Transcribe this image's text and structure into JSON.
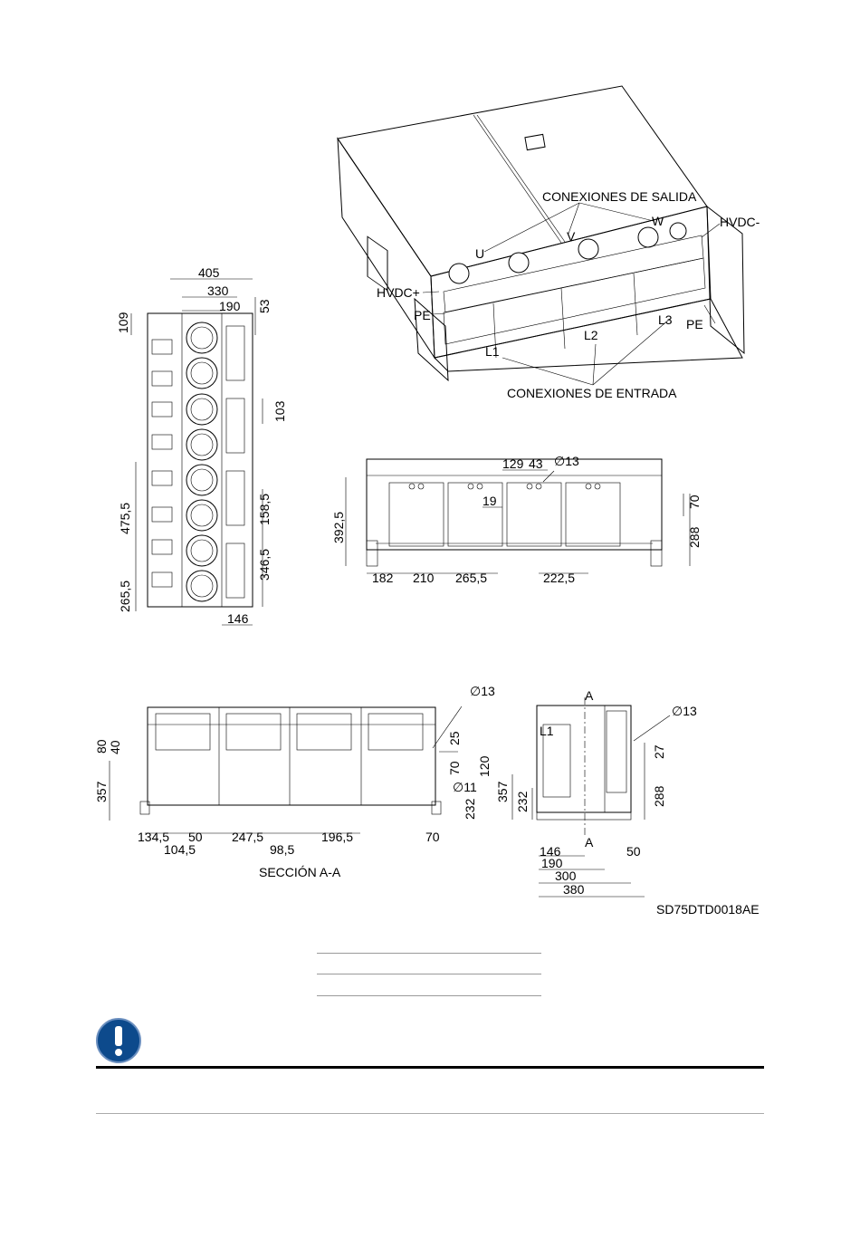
{
  "doc_code": "SD75DTD0018AE",
  "iso_view": {
    "title_output": "CONEXIONES DE SALIDA",
    "title_input": "CONEXIONES DE ENTRADA",
    "U": "U",
    "V": "V",
    "W": "W",
    "hvdc_plus": "HVDC+",
    "hvdc_minus": "HVDC-",
    "pe_left": "PE",
    "pe_right": "PE",
    "L1": "L1",
    "L2": "L2",
    "L3": "L3"
  },
  "top_view": {
    "d405": "405",
    "d330": "330",
    "d190": "190",
    "d53": "53",
    "d109": "109",
    "d103": "103",
    "d475_5": "475,5",
    "d158_5": "158,5",
    "d346_5": "346,5",
    "d265_5": "265,5",
    "d146": "146"
  },
  "front_view": {
    "d129": "129",
    "d43": "43",
    "d13": "∅13",
    "d19": "19",
    "d70": "70",
    "d392_5": "392,5",
    "d288": "288",
    "d182": "182",
    "d210": "210",
    "d265_5": "265,5",
    "d222_5": "222,5"
  },
  "section_front": {
    "d13": "∅13",
    "d80": "80",
    "d40": "40",
    "d357": "357",
    "d25": "25",
    "d70": "70",
    "d120": "120",
    "d11": "∅11",
    "d232": "232",
    "d134_5": "134,5",
    "d50": "50",
    "d247_5": "247,5",
    "d196_5": "196,5",
    "d70b": "70",
    "d104_5": "104,5",
    "d98_5": "98,5",
    "caption": "SECCIÓN A-A"
  },
  "section_side": {
    "markA_top": "A",
    "markA_bottom": "A",
    "L1": "L1",
    "d13": "∅13",
    "d27": "27",
    "d357": "357",
    "d232": "232",
    "d288": "288",
    "d146": "146",
    "d50": "50",
    "d190": "190",
    "d300": "300",
    "d380": "380"
  },
  "colors": {
    "notice_icon": "#0d4a8c"
  },
  "notice_icon_name": "exclamation-circle-icon"
}
